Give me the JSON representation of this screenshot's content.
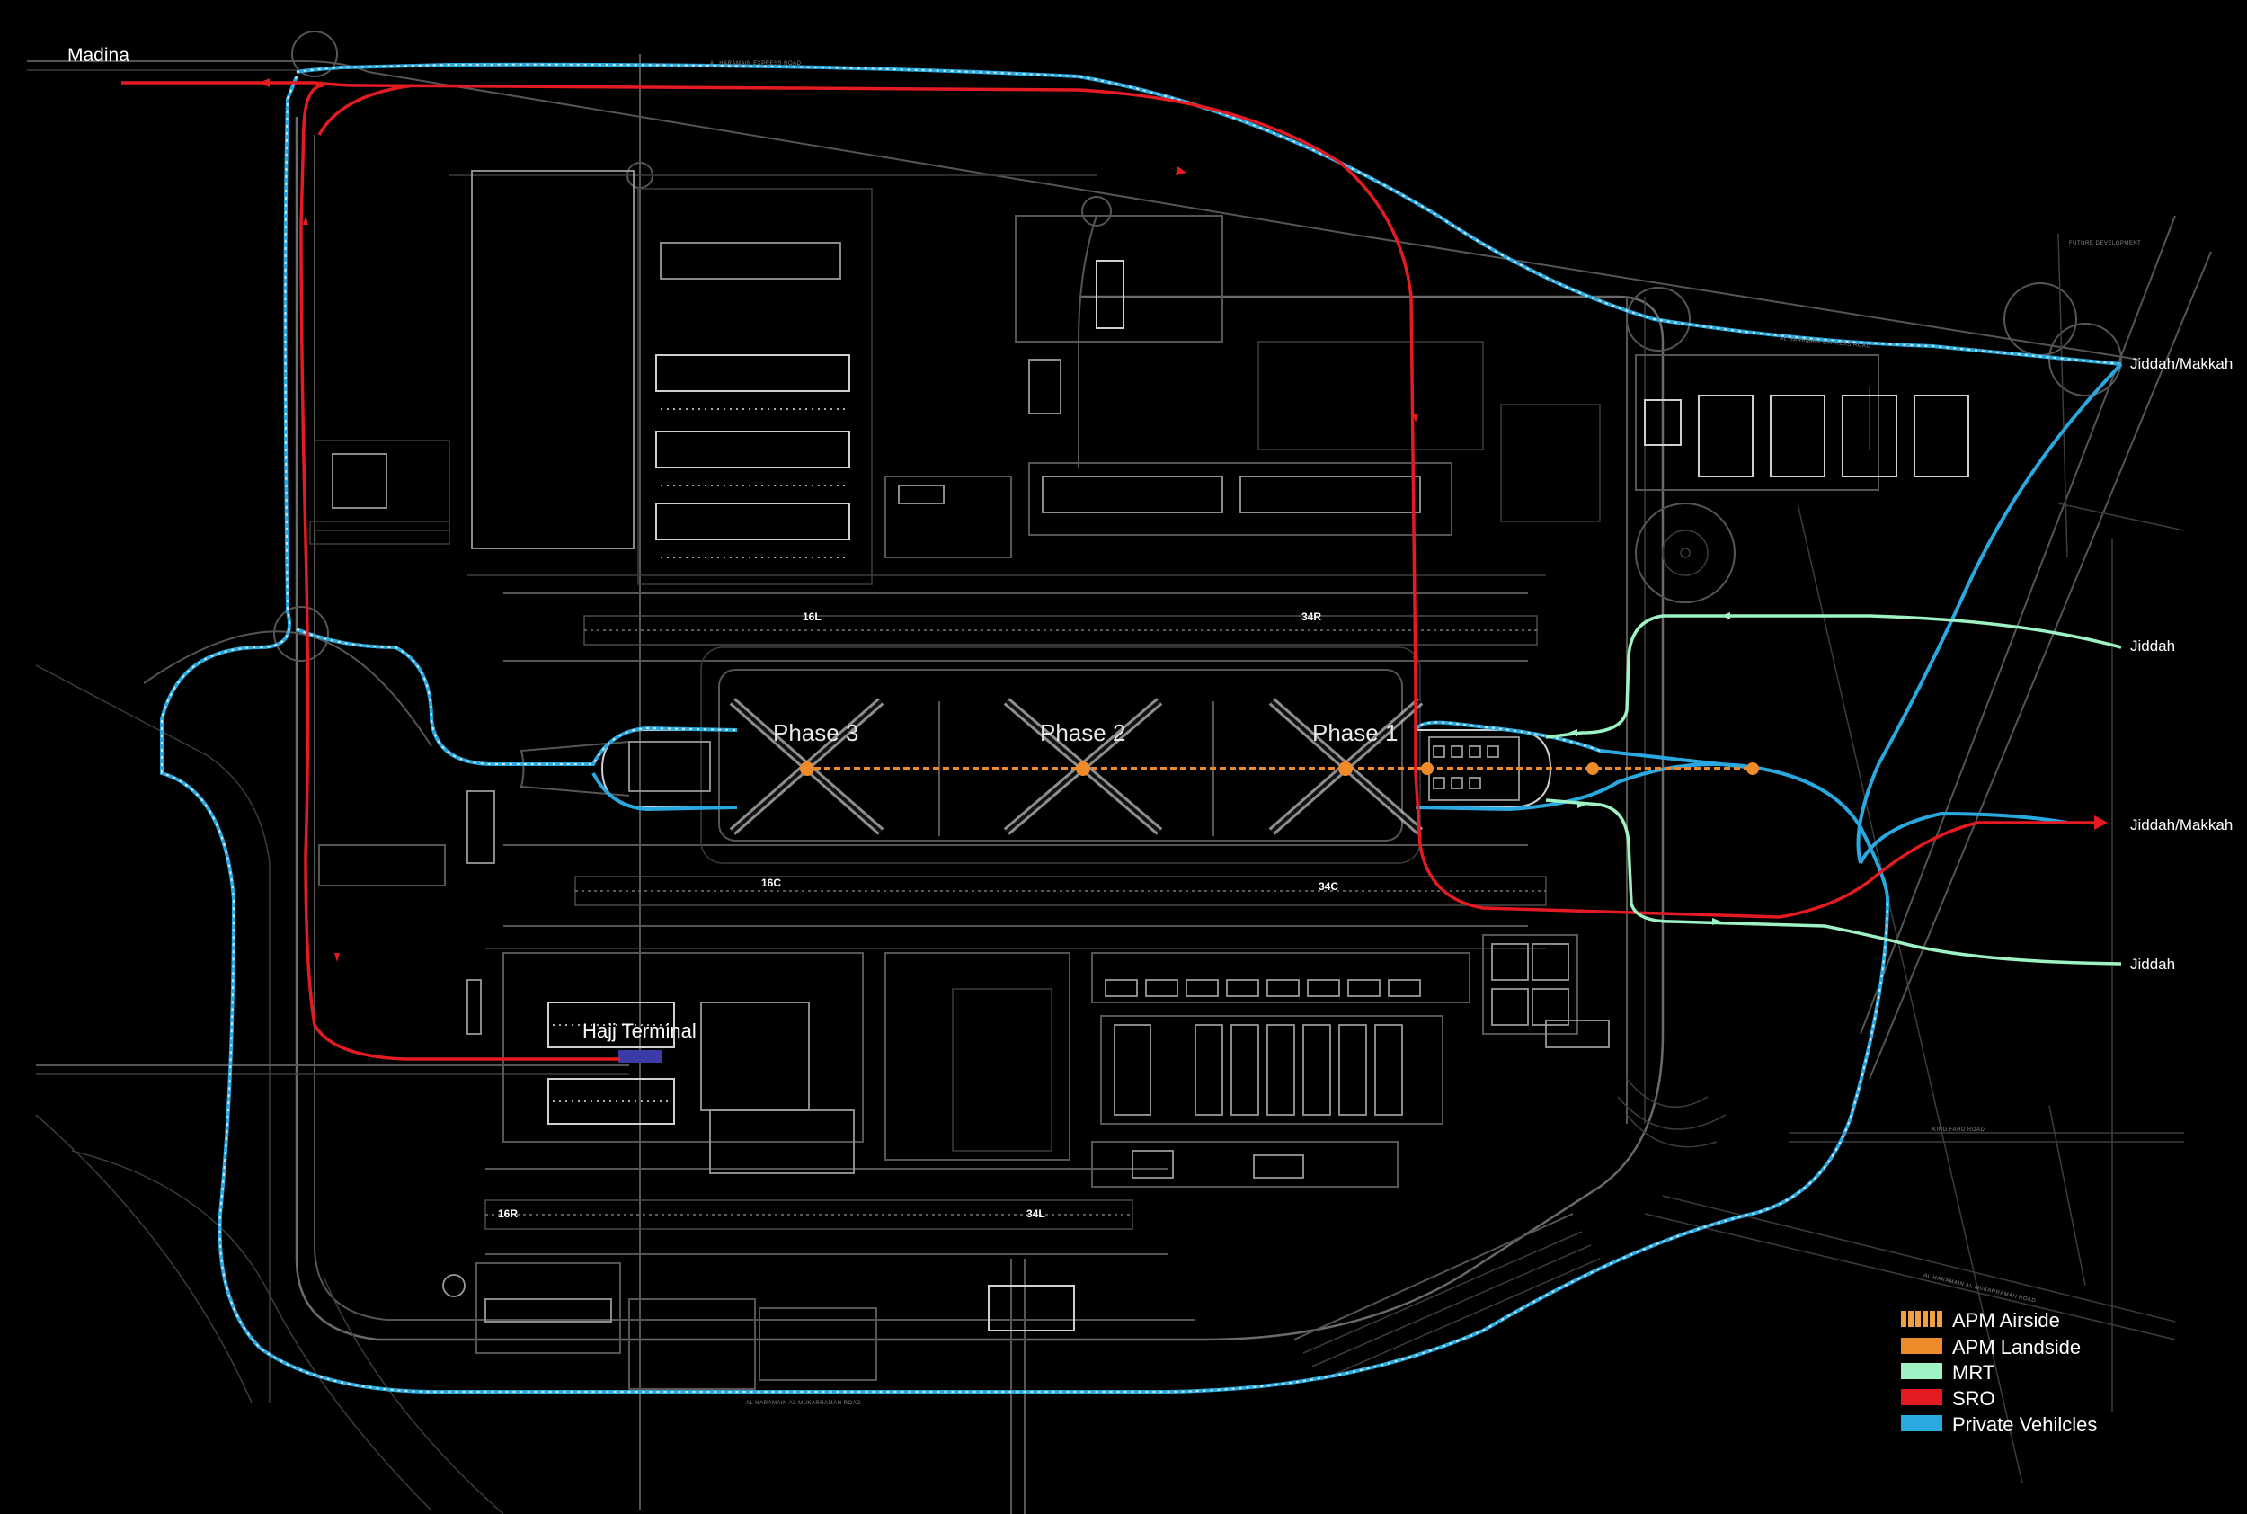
{
  "map": {
    "labels": {
      "madina": "Madina",
      "jiddah_makkah_top": "Jiddah/Makkah",
      "jiddah_mid": "Jiddah",
      "jiddah_makkah_mid": "Jiddah/Makkah",
      "jiddah_low": "Jiddah",
      "hajj_terminal": "Hajj Terminal",
      "phase_3": "Phase 3",
      "phase_2": "Phase 2",
      "phase_1": "Phase 1"
    },
    "runways": {
      "r16l": "16L",
      "r34r": "34R",
      "r16c": "16C",
      "r34c": "34C",
      "r16r": "16R",
      "r34l": "34L"
    },
    "roads": {
      "al_haramain_express_top": "AL HARAMAIN EXPRESS ROAD",
      "al_haramain_express_right": "AL HARAMAIN EXPRESS ROAD",
      "al_haramain_bottom": "AL HARAMAIN AL MUKARRAMAH ROAD",
      "al_haramain_right_low": "AL HARAMAIN AL MUKARRAMAH ROAD",
      "king_fahd": "KING FAHD ROAD",
      "future_development": "FUTURE DEVELOPMENT"
    },
    "legend": {
      "items": [
        {
          "label": "APM Airside",
          "color": "#f0a040",
          "pattern": "striped"
        },
        {
          "label": "APM Landside",
          "color": "#ef8a2a",
          "pattern": "solid"
        },
        {
          "label": "MRT",
          "color": "#9ff2c4",
          "pattern": "solid"
        },
        {
          "label": "SRO",
          "color": "#e41b23",
          "pattern": "solid"
        },
        {
          "label": "Private Vehilcles",
          "color": "#29a9e0",
          "pattern": "solid"
        }
      ]
    },
    "colors": {
      "background": "#000000",
      "private_vehicles": "#29a9e0",
      "sro": "#e41b23",
      "mrt": "#9ff2c4",
      "apm": "#ef8a2a"
    }
  }
}
